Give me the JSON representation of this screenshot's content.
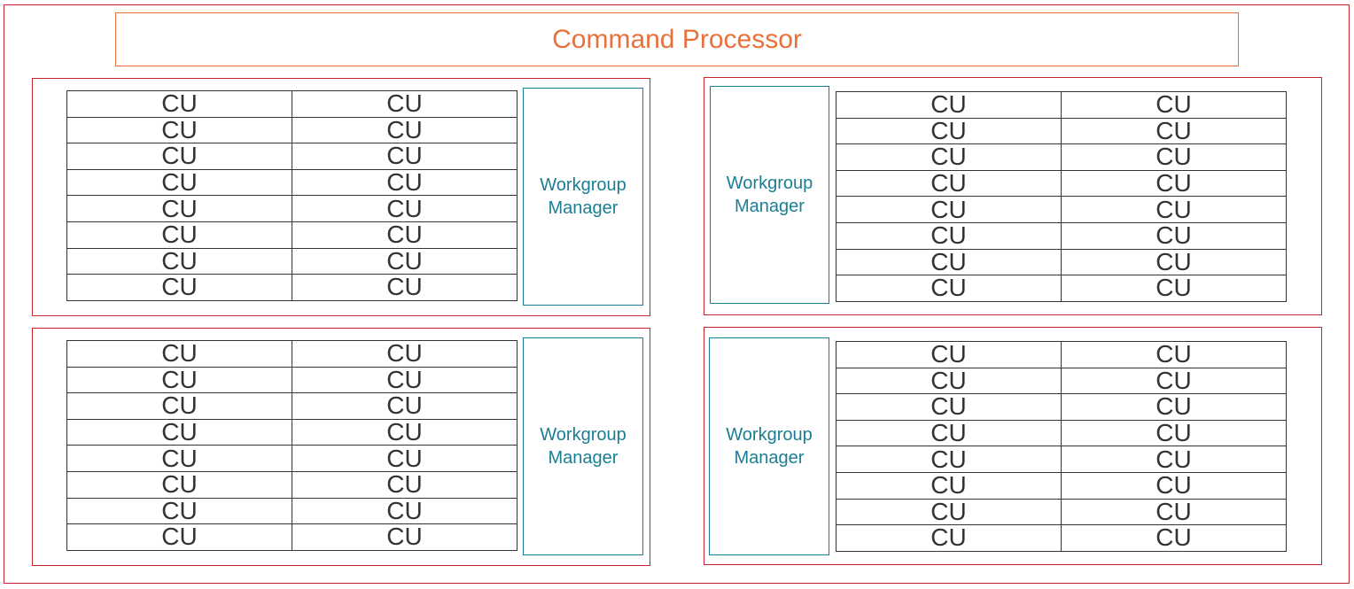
{
  "command_processor": {
    "label": "Command Processor"
  },
  "quadrants": [
    {
      "id": "top-left",
      "wgm_label_1": "Workgroup",
      "wgm_label_2": "Manager",
      "rows": [
        [
          "CU",
          "CU"
        ],
        [
          "CU",
          "CU"
        ],
        [
          "CU",
          "CU"
        ],
        [
          "CU",
          "CU"
        ],
        [
          "CU",
          "CU"
        ],
        [
          "CU",
          "CU"
        ],
        [
          "CU",
          "CU"
        ],
        [
          "CU",
          "CU"
        ]
      ]
    },
    {
      "id": "top-right",
      "wgm_label_1": "Workgroup",
      "wgm_label_2": "Manager",
      "rows": [
        [
          "CU",
          "CU"
        ],
        [
          "CU",
          "CU"
        ],
        [
          "CU",
          "CU"
        ],
        [
          "CU",
          "CU"
        ],
        [
          "CU",
          "CU"
        ],
        [
          "CU",
          "CU"
        ],
        [
          "CU",
          "CU"
        ],
        [
          "CU",
          "CU"
        ]
      ]
    },
    {
      "id": "bottom-left",
      "wgm_label_1": "Workgroup",
      "wgm_label_2": "Manager",
      "rows": [
        [
          "CU",
          "CU"
        ],
        [
          "CU",
          "CU"
        ],
        [
          "CU",
          "CU"
        ],
        [
          "CU",
          "CU"
        ],
        [
          "CU",
          "CU"
        ],
        [
          "CU",
          "CU"
        ],
        [
          "CU",
          "CU"
        ],
        [
          "CU",
          "CU"
        ]
      ]
    },
    {
      "id": "bottom-right",
      "wgm_label_1": "Workgroup",
      "wgm_label_2": "Manager",
      "rows": [
        [
          "CU",
          "CU"
        ],
        [
          "CU",
          "CU"
        ],
        [
          "CU",
          "CU"
        ],
        [
          "CU",
          "CU"
        ],
        [
          "CU",
          "CU"
        ],
        [
          "CU",
          "CU"
        ],
        [
          "CU",
          "CU"
        ],
        [
          "CU",
          "CU"
        ]
      ]
    }
  ],
  "colors": {
    "outer_border": "#c8242c",
    "command_processor": "#e8703a",
    "workgroup_manager": "#1a7f94",
    "cu_text": "#333333"
  }
}
